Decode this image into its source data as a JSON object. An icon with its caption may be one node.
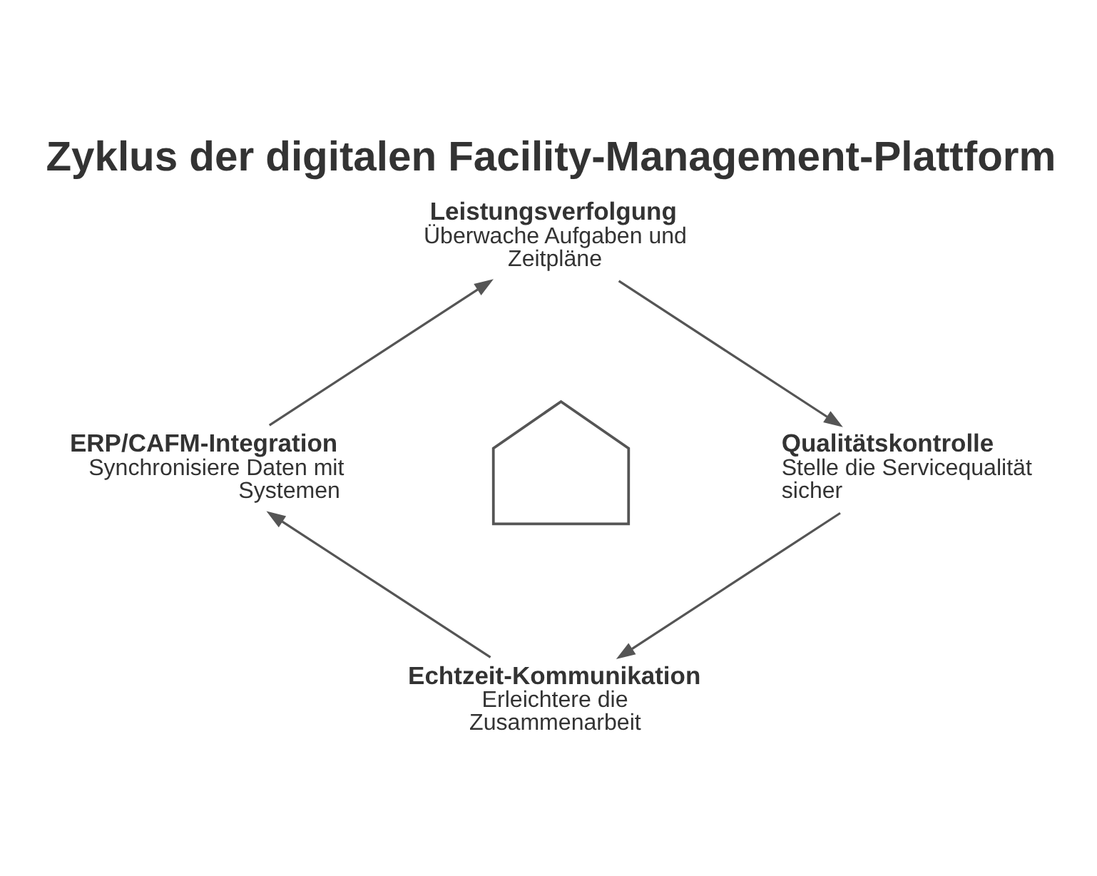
{
  "diagram": {
    "title": "Zyklus der digitalen Facility-Management-Plattform",
    "nodes": [
      {
        "text": [
          "Leistungsverfolgung",
          "Überwache Aufgaben und Zeitpläne"
        ]
      },
      {
        "text": [
          "Qualitätskontrolle",
          "Stelle die Servicequalität sicher"
        ]
      },
      {
        "text": [
          "Echtzeit-Kommunikation",
          "Erleichtere die Zusammenarbeit"
        ]
      },
      {
        "text": [
          "ERP/CAFM-Integration",
          "Synchronisiere Daten mit Systemen"
        ]
      },
      {
        "text": [],
        "shape": "picture"
      }
    ],
    "edges": [
      {
        "from": 0,
        "to": 1,
        "arrow": "to"
      },
      {
        "from": 1,
        "to": 2,
        "arrow": "to"
      },
      {
        "from": 2,
        "to": 3,
        "arrow": "to"
      },
      {
        "from": 3,
        "to": 0,
        "arrow": "to"
      }
    ]
  }
}
